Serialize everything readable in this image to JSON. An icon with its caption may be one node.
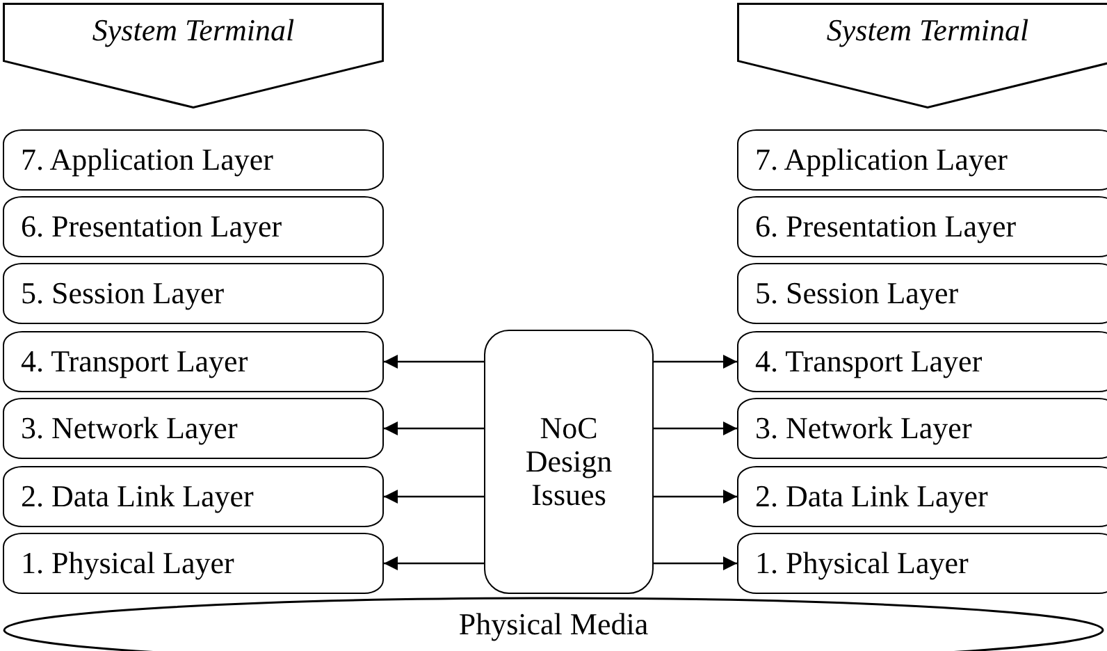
{
  "diagram": {
    "nodes": [
      {
        "text": [
          "System Terminal"
        ]
      },
      {
        "text": [
          "7. Application Layer"
        ]
      },
      {
        "text": [
          "6. Presentation Layer"
        ]
      },
      {
        "text": [
          "5. Session Layer"
        ]
      },
      {
        "text": [
          "4. Transport Layer"
        ]
      },
      {
        "text": [
          "3. Network Layer"
        ]
      },
      {
        "text": [
          "2. Data Link Layer"
        ]
      },
      {
        "text": [
          "1. Physical Layer"
        ]
      },
      {
        "text": [
          "System Terminal"
        ]
      },
      {
        "text": [
          "7. Application Layer"
        ]
      },
      {
        "text": [
          "6. Presentation Layer"
        ]
      },
      {
        "text": [
          "5. Session Layer"
        ]
      },
      {
        "text": [
          "4. Transport Layer"
        ]
      },
      {
        "text": [
          "3. Network Layer"
        ]
      },
      {
        "text": [
          "2. Data Link Layer"
        ]
      },
      {
        "text": [
          "1. Physical Layer"
        ]
      },
      {
        "text": [
          "NoC Design Issues"
        ]
      },
      {
        "text": [
          "Physical Media"
        ]
      }
    ],
    "edges": [
      {
        "from": 16,
        "to": 4,
        "arrow": "to"
      },
      {
        "from": 16,
        "to": 5,
        "arrow": "to"
      },
      {
        "from": 16,
        "to": 6,
        "arrow": "to"
      },
      {
        "from": 16,
        "to": 7,
        "arrow": "to"
      },
      {
        "from": 16,
        "to": 12,
        "arrow": "to"
      },
      {
        "from": 16,
        "to": 13,
        "arrow": "to"
      },
      {
        "from": 16,
        "to": 14,
        "arrow": "to"
      },
      {
        "from": 16,
        "to": 15,
        "arrow": "to"
      }
    ]
  }
}
